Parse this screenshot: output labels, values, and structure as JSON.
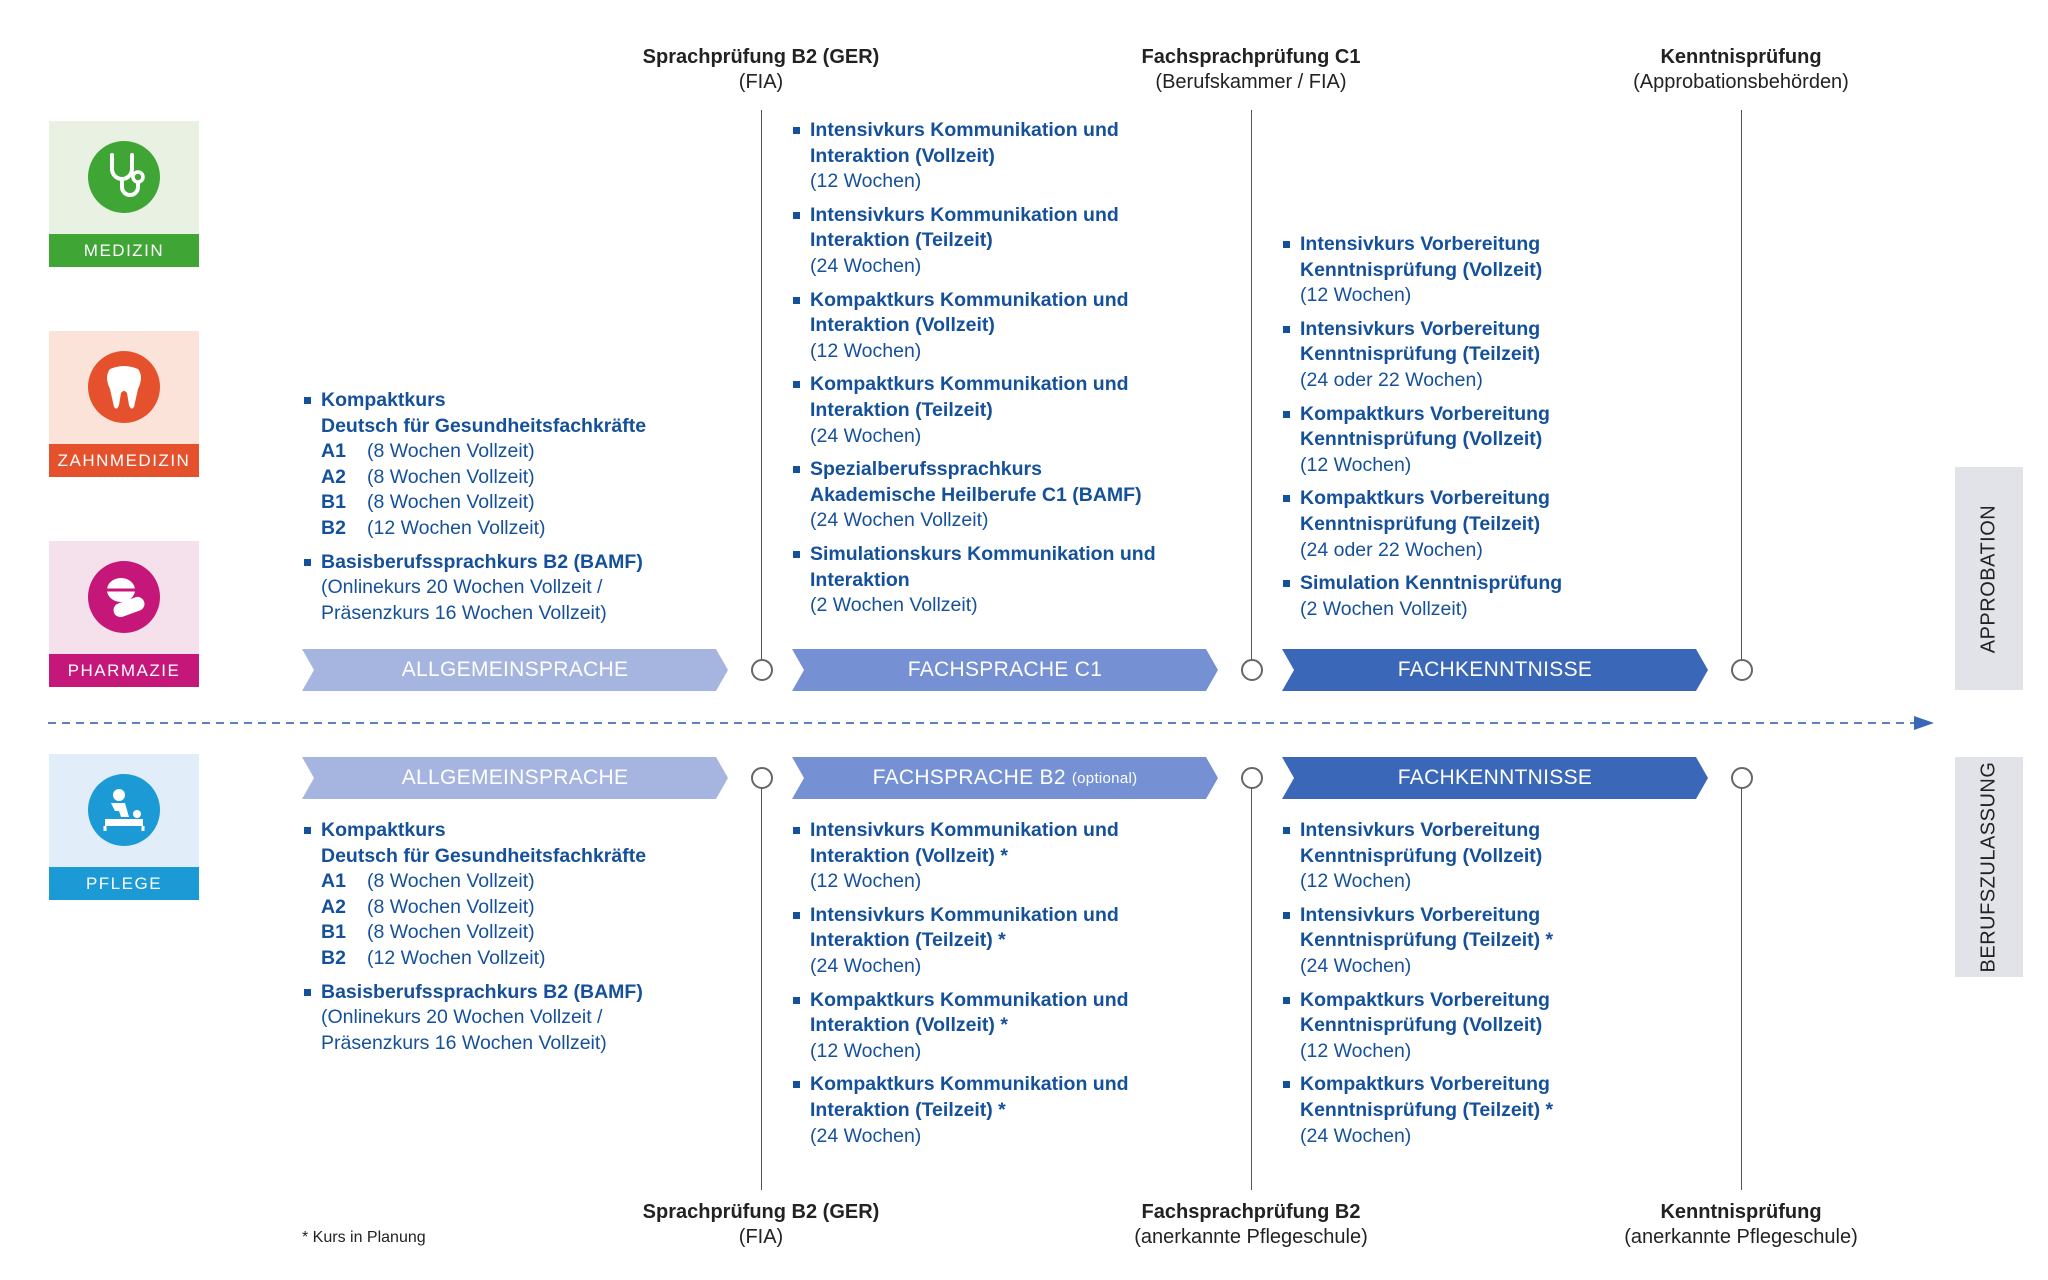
{
  "colors": {
    "text_blue": "#15509a",
    "arrow_light": "#a6b4e0",
    "arrow_mid": "#7690d4",
    "arrow_dark": "#3b67b8",
    "medizin": "#3fa535",
    "zahnmedizin": "#e5512d",
    "pharmazie": "#c5167a",
    "pflege": "#1b9ad6"
  },
  "professions": [
    {
      "label": "MEDIZIN",
      "icon": "stethoscope-icon"
    },
    {
      "label": "ZAHNMEDIZIN",
      "icon": "tooth-icon"
    },
    {
      "label": "PHARMAZIE",
      "icon": "pill-icon"
    },
    {
      "label": "PFLEGE",
      "icon": "care-icon"
    }
  ],
  "top": {
    "headers": [
      {
        "title": "Sprachprüfung B2 (GER)",
        "sub": "(FIA)"
      },
      {
        "title": "Fachsprachprüfung C1",
        "sub": "(Berufskammer / FIA)"
      },
      {
        "title": "Kenntnisprüfung",
        "sub": "(Approbationsbehörden)"
      }
    ],
    "arrows": [
      {
        "label": "ALLGEMEINSPRACHE",
        "note": ""
      },
      {
        "label": "FACHSPRACHE C1",
        "note": ""
      },
      {
        "label": "FACHKENNTNISSE",
        "note": ""
      }
    ],
    "col1": {
      "kompakt": {
        "title": "Kompaktkurs\nDeutsch für Gesundheitsfachkräfte",
        "levels": [
          {
            "level": "A1",
            "duration": "(8 Wochen Vollzeit)"
          },
          {
            "level": "A2",
            "duration": "(8 Wochen Vollzeit)"
          },
          {
            "level": "B1",
            "duration": "(8 Wochen Vollzeit)"
          },
          {
            "level": "B2",
            "duration": "(12 Wochen Vollzeit)"
          }
        ]
      },
      "basis": {
        "title": "Basisberufssprachkurs B2 (BAMF)",
        "desc": "(Onlinekurs 20 Wochen Vollzeit /\nPräsenzkurs 16 Wochen Vollzeit)"
      }
    },
    "col2": [
      {
        "title": "Intensivkurs Kommunikation und\nInteraktion (Vollzeit)",
        "desc": "(12 Wochen)"
      },
      {
        "title": "Intensivkurs Kommunikation und\nInteraktion (Teilzeit)",
        "desc": "(24 Wochen)"
      },
      {
        "title": "Kompaktkurs Kommunikation und\nInteraktion (Vollzeit)",
        "desc": "(12 Wochen)"
      },
      {
        "title": "Kompaktkurs Kommunikation und\nInteraktion (Teilzeit)",
        "desc": "(24 Wochen)"
      },
      {
        "title": "Spezialberufssprachkurs\nAkademische Heilberufe C1 (BAMF)",
        "desc": "(24 Wochen Vollzeit)"
      },
      {
        "title": "Simulationskurs Kommunikation und\nInteraktion",
        "desc": "(2 Wochen Vollzeit)"
      }
    ],
    "col3": [
      {
        "title": "Intensivkurs Vorbereitung\nKenntnisprüfung (Vollzeit)",
        "desc": "(12 Wochen)"
      },
      {
        "title": "Intensivkurs Vorbereitung\nKenntnisprüfung (Teilzeit)",
        "desc": "(24 oder 22 Wochen)"
      },
      {
        "title": "Kompaktkurs Vorbereitung\nKenntnisprüfung (Vollzeit)",
        "desc": "(12 Wochen)"
      },
      {
        "title": "Kompaktkurs Vorbereitung\nKenntnisprüfung (Teilzeit)",
        "desc": "(24 oder 22 Wochen)"
      },
      {
        "title": "Simulation Kenntnisprüfung",
        "desc": "(2 Wochen Vollzeit)"
      }
    ],
    "side_label": "APPROBATION"
  },
  "bottom": {
    "headers": [
      {
        "title": "Sprachprüfung B2 (GER)",
        "sub": "(FIA)"
      },
      {
        "title": "Fachsprachprüfung B2",
        "sub": "(anerkannte Pflegeschule)"
      },
      {
        "title": "Kenntnisprüfung",
        "sub": "(anerkannte Pflegeschule)"
      }
    ],
    "arrows": [
      {
        "label": "ALLGEMEINSPRACHE",
        "note": ""
      },
      {
        "label": "FACHSPRACHE B2",
        "note": "(optional)"
      },
      {
        "label": "FACHKENNTNISSE",
        "note": ""
      }
    ],
    "col1": {
      "kompakt": {
        "title": "Kompaktkurs\nDeutsch für Gesundheitsfachkräfte",
        "levels": [
          {
            "level": "A1",
            "duration": "(8 Wochen Vollzeit)"
          },
          {
            "level": "A2",
            "duration": "(8 Wochen Vollzeit)"
          },
          {
            "level": "B1",
            "duration": "(8 Wochen Vollzeit)"
          },
          {
            "level": "B2",
            "duration": "(12 Wochen Vollzeit)"
          }
        ]
      },
      "basis": {
        "title": "Basisberufssprachkurs B2 (BAMF)",
        "desc": "(Onlinekurs 20 Wochen Vollzeit /\nPräsenzkurs 16 Wochen Vollzeit)"
      }
    },
    "col2": [
      {
        "title": "Intensivkurs Kommunikation und\nInteraktion (Vollzeit) *",
        "desc": "(12 Wochen)"
      },
      {
        "title": "Intensivkurs Kommunikation und\nInteraktion (Teilzeit) *",
        "desc": "(24 Wochen)"
      },
      {
        "title": "Kompaktkurs Kommunikation und\nInteraktion (Vollzeit) *",
        "desc": "(12 Wochen)"
      },
      {
        "title": "Kompaktkurs Kommunikation und\nInteraktion (Teilzeit) *",
        "desc": "(24 Wochen)"
      }
    ],
    "col3": [
      {
        "title": "Intensivkurs Vorbereitung\nKenntnisprüfung (Vollzeit)",
        "desc": "(12 Wochen)"
      },
      {
        "title": "Intensivkurs Vorbereitung\nKenntnisprüfung (Teilzeit) *",
        "desc": "(24 Wochen)"
      },
      {
        "title": "Kompaktkurs Vorbereitung\nKenntnisprüfung (Vollzeit)",
        "desc": "(12 Wochen)"
      },
      {
        "title": "Kompaktkurs Vorbereitung\nKenntnisprüfung (Teilzeit) *",
        "desc": "(24 Wochen)"
      }
    ],
    "side_label": "BERUFSZULASSUNG",
    "footnote": "* Kurs in Planung"
  }
}
